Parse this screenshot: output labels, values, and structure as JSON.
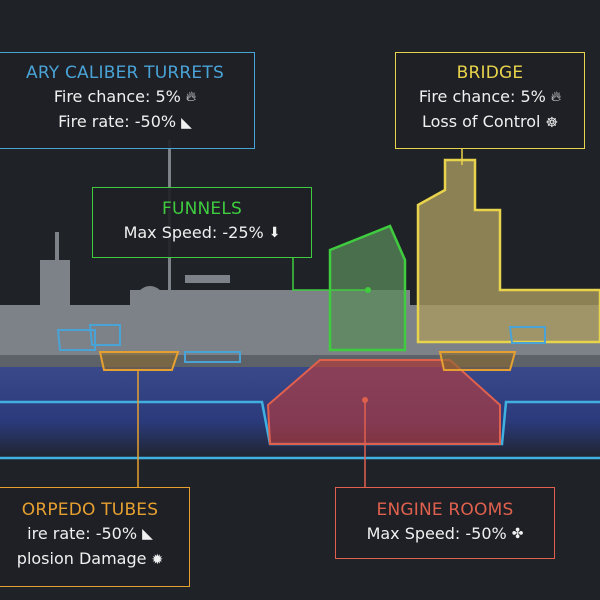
{
  "colors": {
    "secondary": "#4aa3d6",
    "bridge": "#e8d34c",
    "funnels": "#3fcc3f",
    "torpedo": "#e6a030",
    "engine": "#e0604e"
  },
  "secondary": {
    "title": "ARY CALIBER TURRETS",
    "lines": [
      {
        "text": "Fire chance: 5%",
        "icon": "fire-icon"
      },
      {
        "text": "Fire rate: -50%",
        "icon": "turret-fire-rate-icon"
      }
    ]
  },
  "bridge": {
    "title": "BRIDGE",
    "lines": [
      {
        "text": "Fire chance: 5%",
        "icon": "fire-icon"
      },
      {
        "text": "Loss of Control",
        "icon": "ship-wheel-icon"
      }
    ]
  },
  "funnels": {
    "title": "FUNNELS",
    "lines": [
      {
        "text": "Max Speed: -25%",
        "icon": "arrow-down-icon"
      }
    ]
  },
  "torpedo": {
    "title": "ORPEDO TUBES",
    "lines": [
      {
        "text": "ire rate: -50%",
        "icon": "turret-fire-rate-icon"
      },
      {
        "text": "plosion Damage",
        "icon": "explosion-icon"
      }
    ]
  },
  "engine": {
    "title": "ENGINE ROOMS",
    "lines": [
      {
        "text": "Max Speed: -50%",
        "icon": "propeller-icon"
      }
    ]
  }
}
